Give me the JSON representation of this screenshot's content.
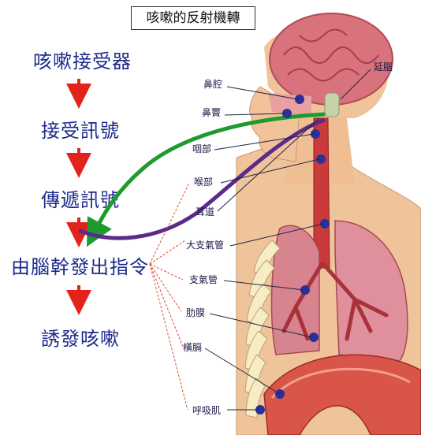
{
  "title": "咳嗽的反射機轉",
  "steps": [
    "咳嗽接受器",
    "接受訊號",
    "傳遞訊號",
    "由腦幹發出指令",
    "誘發咳嗽"
  ],
  "labels": {
    "medulla": "延腦",
    "nasal_cavity": "鼻腔",
    "sinus": "鼻竇",
    "pharynx": "咽部",
    "larynx": "喉部",
    "ear_canal": "耳道",
    "major_bronchi": "大支氣管",
    "bronchi": "支氣管",
    "pleura": "肋膜",
    "diaphragm": "橫膈",
    "respiratory_muscles": "呼吸肌"
  },
  "colors": {
    "step_text": "#1d2a8c",
    "arrow_down": "#e2231a",
    "afferent_path": "#1e9a2e",
    "efferent_path": "#5b2a8a",
    "receptor_dot": "#2a2f9a",
    "motor_lines": "#e24a2a",
    "leader_lines": "#222244"
  }
}
